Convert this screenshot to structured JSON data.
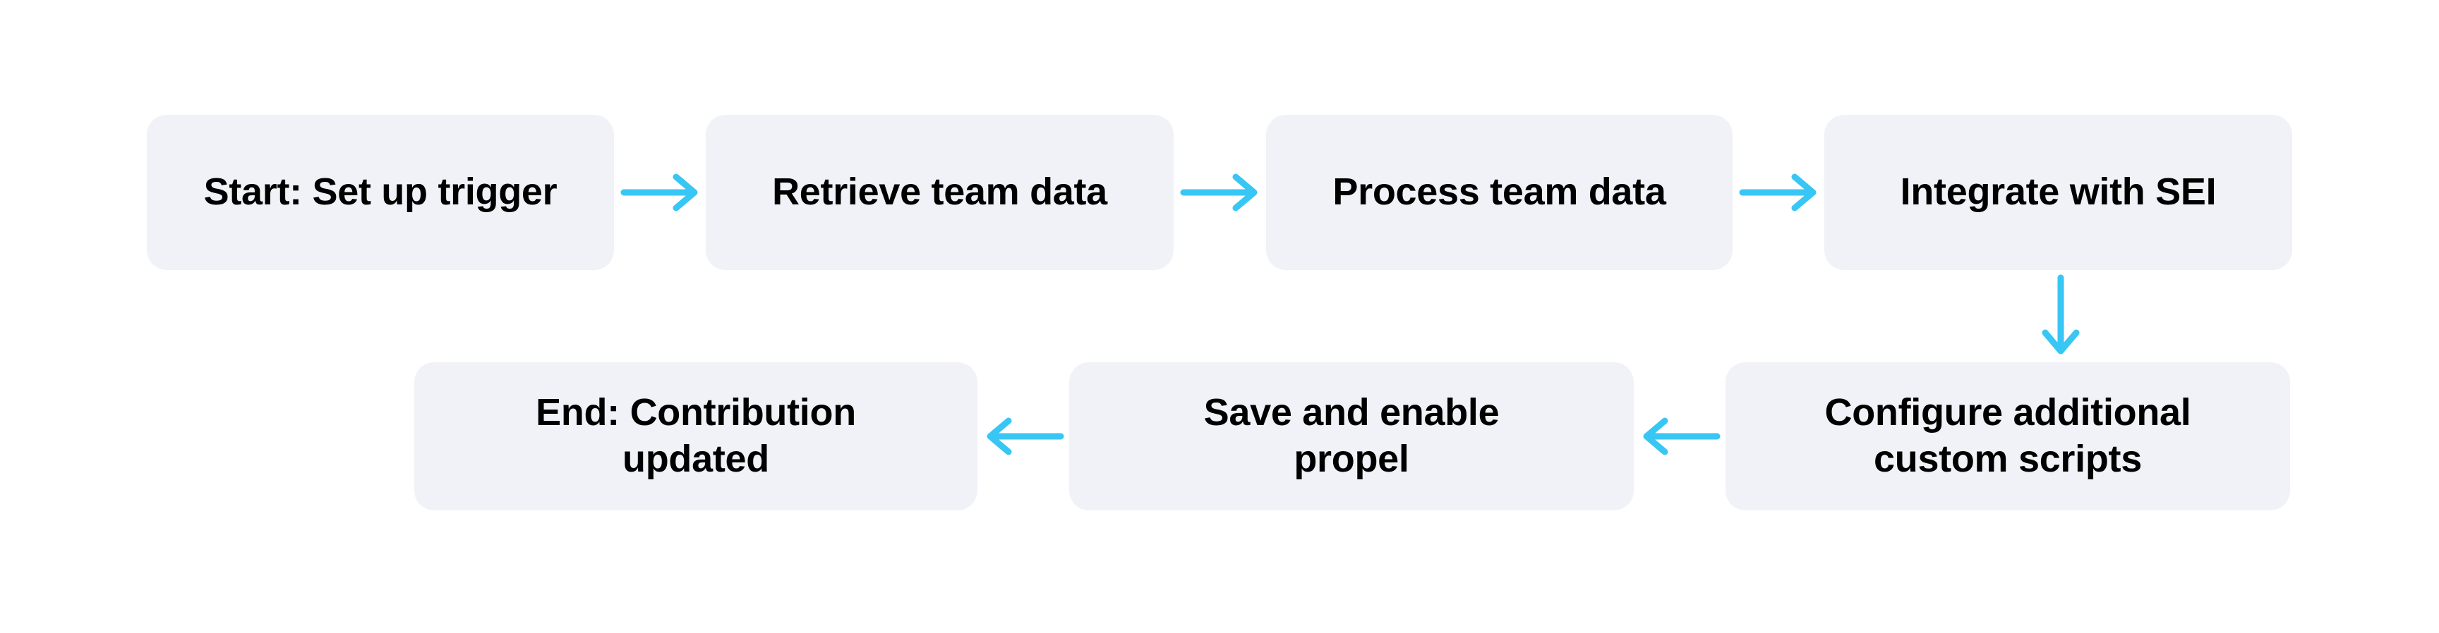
{
  "diagram": {
    "type": "flowchart",
    "orientation": "horizontal-serpentine",
    "background_color": "#FFFFFF",
    "node_fill_color": "#F1F2F7",
    "node_text_color": "#000000",
    "arrow_color": "#38C6F4",
    "nodes": [
      {
        "id": "start",
        "label": "Start: Set up trigger",
        "row": 1,
        "order": 1
      },
      {
        "id": "retrieve",
        "label": "Retrieve team data",
        "row": 1,
        "order": 2
      },
      {
        "id": "process",
        "label": "Process team data",
        "row": 1,
        "order": 3
      },
      {
        "id": "integrate",
        "label": "Integrate with SEI",
        "row": 1,
        "order": 4
      },
      {
        "id": "configure",
        "label": "Configure additional\ncustom scripts",
        "row": 2,
        "order": 1
      },
      {
        "id": "save",
        "label": "Save and enable\npropel",
        "row": 2,
        "order": 2
      },
      {
        "id": "end",
        "label": "End: Contribution\nupdated",
        "row": 2,
        "order": 3
      }
    ],
    "edges": [
      {
        "id": "start-retrieve",
        "from": "start",
        "to": "retrieve",
        "direction": "right"
      },
      {
        "id": "retrieve-process",
        "from": "retrieve",
        "to": "process",
        "direction": "right"
      },
      {
        "id": "process-integrate",
        "from": "process",
        "to": "integrate",
        "direction": "right"
      },
      {
        "id": "integrate-configure",
        "from": "integrate",
        "to": "configure",
        "direction": "down"
      },
      {
        "id": "configure-save",
        "from": "configure",
        "to": "save",
        "direction": "left"
      },
      {
        "id": "save-end",
        "from": "save",
        "to": "end",
        "direction": "left"
      }
    ]
  }
}
